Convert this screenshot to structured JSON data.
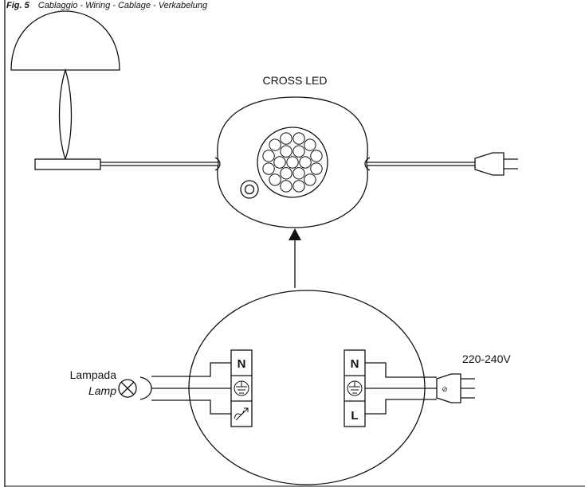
{
  "header": {
    "fig_label": "Fig. 5",
    "caption": "Cablaggio - Wiring - Cablage - Verkabelung"
  },
  "device": {
    "name": "CROSS LED"
  },
  "load": {
    "label": "Lampada",
    "label_translation": "Lamp"
  },
  "supply": {
    "voltage": "220-240V"
  },
  "terminals": {
    "left_block": [
      "N",
      "⏚",
      "⇗"
    ],
    "right_block": [
      "N",
      "⏚",
      "L"
    ]
  }
}
